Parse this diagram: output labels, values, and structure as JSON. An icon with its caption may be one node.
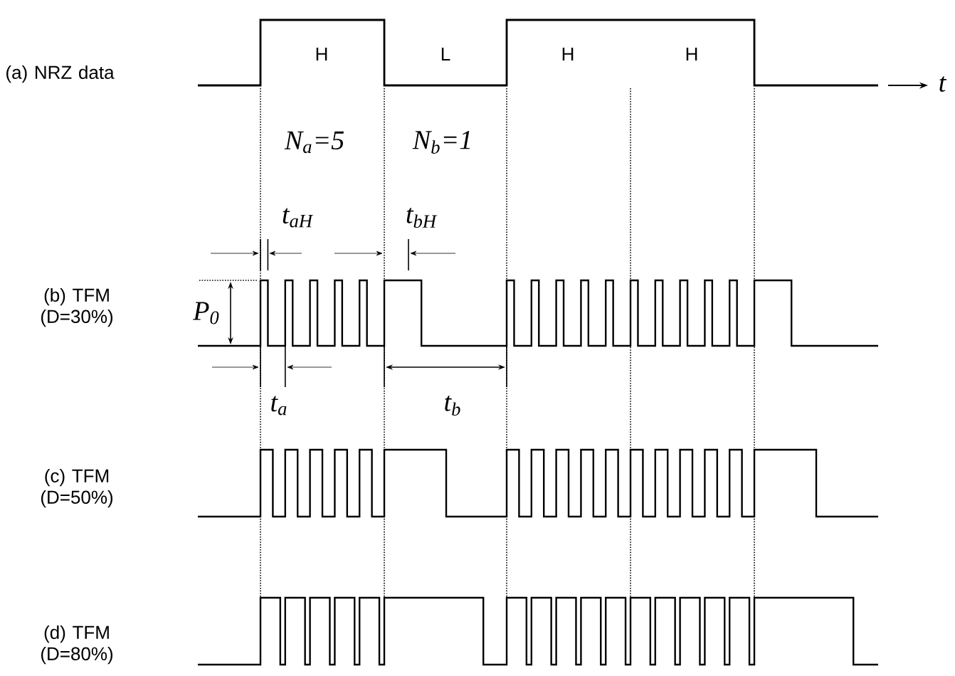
{
  "diagram": {
    "labels": [
      "(a) NRZ data",
      "H",
      "L",
      "H",
      "H",
      "t",
      "N$_{a}$=5",
      "N$_{b}$=1",
      "t$_{aH}$",
      "t$_{bH}$",
      "(b) TFM (D=30%)",
      "P$_{0}$",
      "t$_{a}$",
      "t$_{b}$",
      "(c) TFM (D=50%)",
      "(d) TFM (D=80%)"
    ]
  }
}
